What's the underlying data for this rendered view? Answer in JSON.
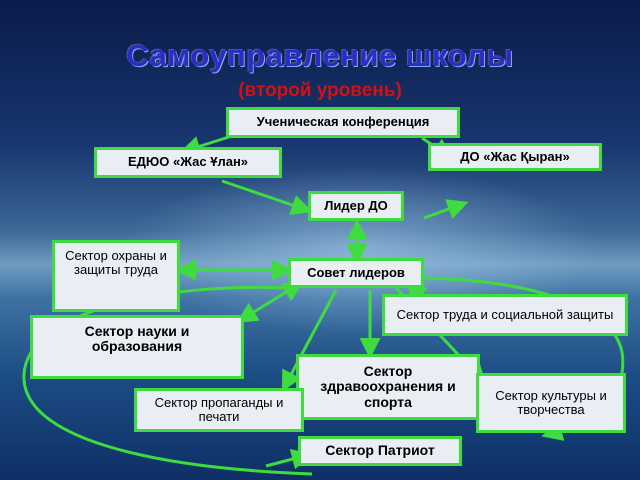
{
  "title": "Самоуправление школы",
  "subtitle": "(второй уровень)",
  "colors": {
    "title": "#2d2ac9",
    "subtitle": "#d01212",
    "box_border": "#3edc3e",
    "arrow": "#3edc3e"
  },
  "nodes": {
    "conference": "Ученическая конференция",
    "do_jas_kyran": "ДО «Жас Қыран»",
    "eduyo_jas_ulan": "ЕДЮО «Жас Ұлан»",
    "leader_do": "Лидер ДО",
    "sector_labor_protection": "Сектор охраны и защиты труда",
    "council_leaders": "Совет лидеров",
    "sector_labor_social": "Сектор труда и социальной защиты",
    "sector_science": "Сектор науки и образования",
    "sector_health": "Сектор здравоохранения и спорта",
    "sector_culture": "Сектор культуры и творчества",
    "sector_propaganda": "Сектор пропаганды и печати",
    "sector_patriot": "Сектор Патриот"
  }
}
